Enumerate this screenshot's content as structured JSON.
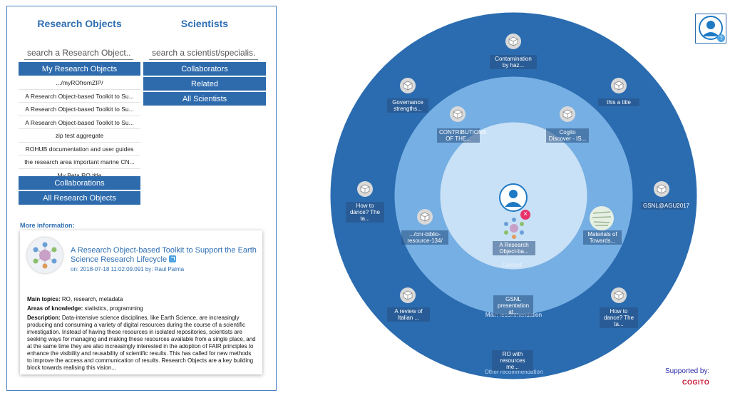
{
  "left": {
    "ro_title": "Research Objects",
    "sci_title": "Scientists",
    "ro_search_placeholder": "search a Research Object...",
    "sci_search_placeholder": "search a scientist/specialis...",
    "ro_buttons": {
      "my": "My Research Objects",
      "collaborations": "Collaborations",
      "all": "All Research Objects"
    },
    "sci_buttons": {
      "collaborators": "Collaborators",
      "related": "Related",
      "all": "All Scientists"
    },
    "ro_items": [
      ".../myROfromZIP/",
      "A Research Object-based Toolkit to Su...",
      "A Research Object-based Toolkit to Su...",
      "A Research Object-based Toolkit to Su...",
      "zip test aggregate",
      "ROHUB documentation and user guides",
      "the research area important marine CN...",
      "My Beta RO title"
    ]
  },
  "info": {
    "heading": "More information:",
    "title": "A Research Object-based Toolkit to Support the Earth Science Research Lifecycle",
    "meta": "on: 2018-07-18 11:02:09.091 by: Raul Palma",
    "topics_label": "Main topics:",
    "topics": "RO, research, metadata",
    "areas_label": "Areas of knowledge:",
    "areas": "statistics, programming",
    "desc_label": "Description:",
    "description": "Data-intensive science disciplines, like Earth Science, are increasingly producing and consuming a variety of digital resources during the course of a scientific investigation. Instead of having these resources in isolated repositories, scientists are seeking ways for managing and making these resources available from a single place, and at the same time they are also increasingly interested in the adoption of FAIR principles to enhance the visibility and reusability of scientific results. This has called for new methods to improve the access and communication of results. Research Objects are a key building block towards realising this vision..."
  },
  "viz": {
    "colors": {
      "outer": "#2b6cb0",
      "middle": "#76afe3",
      "inner": "#c9e1f6",
      "accent": "#e8336b"
    },
    "ring_labels": {
      "context": "Context",
      "main": "Main recommendation",
      "other": "Other recommendation"
    },
    "center_label": "A Research Object-ba...",
    "context_nodes": [
      {
        "label": ".../cnr-biblio-\nresource-134/"
      },
      {
        "label": "Materials of\nTowards..."
      }
    ],
    "main_nodes": [
      {
        "label": "CONTRIBUTIONS\nOF THE..."
      },
      {
        "label": "Cogito\nDiscover - IS..."
      },
      {
        "label": "GSNL\npresentation\nat..."
      }
    ],
    "other_nodes": [
      {
        "label": "Contamination\nby haz..."
      },
      {
        "label": "this a title"
      },
      {
        "label": "Governance\nstrengths..."
      },
      {
        "label": "How to\ndance? The\nta..."
      },
      {
        "label": "GSNL@AGU2017"
      },
      {
        "label": "A review of\nItalian ..."
      },
      {
        "label": "How to\ndance? The\nta..."
      },
      {
        "label": "RO with\nresources\nme..."
      }
    ]
  },
  "top_right": {
    "badge": "?"
  },
  "footer": {
    "supported": "Supported by:",
    "brand": "COGITO"
  }
}
